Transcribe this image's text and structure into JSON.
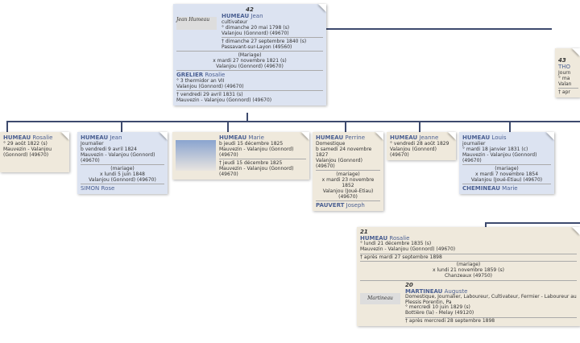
{
  "main": {
    "number": "42",
    "husband": {
      "surname": "HUMEAU",
      "given": "Jean",
      "occupation": "cultivateur",
      "birth": "° dimanche 20 mai 1798 (s)",
      "birth_place": "Valanjou (Gonnord) (49670)",
      "death": "† dimanche 27 septembre 1840 (s)",
      "death_place": "Passavant-sur-Layon (49560)"
    },
    "marriage": {
      "label": "(Mariage)",
      "date": "x mardi 27 novembre 1821 (s)",
      "place": "Valanjou (Gonnord) (49670)"
    },
    "wife": {
      "surname": "GRELIER",
      "given": "Rosalie",
      "birth": "° 3 thermidor an VII",
      "birth_place": "Valanjou (Gonnord) (49670)",
      "death": "† vendredi 29 avril 1831 (s)",
      "death_place": "Mauvezin - Valanjou (Gonnord) (49670)"
    },
    "signature": "Jean Humeau"
  },
  "children": [
    {
      "surname": "HUMEAU",
      "given": "Rosalie",
      "l1": "° 29 août 1822 (s)",
      "l2": "Mauvezin - Valanjou (Gonnord) (49670)"
    },
    {
      "surname": "HUMEAU",
      "given": "Jean",
      "occ": "Journalier",
      "l1": "b vendredi 9 avril 1824",
      "l2": "Mauvezin - Valanjou (Gonnord) (49670)",
      "m1": "(mariage)",
      "m2": "x lundi 5 juin 1848",
      "m3": "Valanjou (Gonnord) (49670)",
      "spouse_surname": "SIMON",
      "spouse_given": "Rose"
    },
    {
      "surname": "HUMEAU",
      "given": "Marie",
      "l1": "b jeudi 15 décembre 1825",
      "l2": "Mauvezin - Valanjou (Gonnord) (49670)",
      "d1": "† jeudi 15 décembre 1825",
      "d2": "Mauvezin - Valanjou (Gonnord) (49670)"
    },
    {
      "surname": "HUMEAU",
      "given": "Perrine",
      "occ": "Domestique",
      "l1": "b samedi 24 novembre 1827",
      "l2": "Valanjou (Gonnord) (49670)",
      "m1": "(mariage)",
      "m2": "x mardi 23 novembre 1852",
      "m3": "Valanjou (Joué-Etiau) (49670)",
      "spouse_surname": "PAUVERT",
      "spouse_given": "Joseph"
    },
    {
      "surname": "HUMEAU",
      "given": "Jeanne",
      "l1": "° vendredi 28 août 1829",
      "l2": "Valanjou (Gonnord) (49670)"
    },
    {
      "surname": "HUMEAU",
      "given": "Louis",
      "occ": "journalier",
      "l1": "° mardi 18 janvier 1831 (c)",
      "l2": "Mauvezin - Valanjou (Gonnord) (49670)",
      "m1": "(mariage)",
      "m2": "x mardi 7 novembre 1854",
      "m3": "Valanjou (Joué-Etiau) (49670)",
      "spouse_surname": "CHEMINEAU",
      "spouse_given": "Marie"
    }
  ],
  "right": {
    "number": "43",
    "name": "THO",
    "l1": "Journ",
    "l2": "° ma",
    "l3": "Valan",
    "l4": "† apr"
  },
  "bottom": {
    "number": "21",
    "surname": "HUMEAU",
    "given": "Rosalie",
    "l1": "° lundi 21 décembre 1835 (s)",
    "l2": "Mauvezin - Valanjou (Gonnord) (49670)",
    "death": "† après mardi 27 septembre 1898",
    "m1": "(mariage)",
    "m2": "x lundi 21 novembre 1859 (s)",
    "m3": "Chanzeaux (49750)",
    "spouse": {
      "number": "20",
      "surname": "MARTINEAU",
      "given": "Auguste",
      "occ": "Domestique, Journalier, Laboureur, Cultivateur, Fermier - Laboureur au Plessis Porentin, Pa",
      "l1": "° mercredi 10 juin 1829 (s)",
      "l2": "Bottière (la) - Melay (49120)",
      "death": "† après mercredi 28 septembre 1898",
      "signature": "Martineau"
    }
  }
}
